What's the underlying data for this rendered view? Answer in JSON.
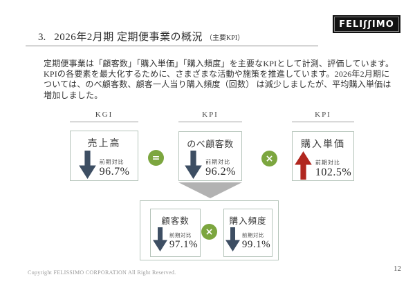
{
  "header": {
    "logo_text": "FELIʃʃIMO",
    "title_number": "3.",
    "title": "2026年2月期 定期便事業の概況",
    "title_suffix": "（主要KPI）"
  },
  "intro": {
    "lines": [
      "定期便事業は「顧客数」「購入単価」「購入頻度」を主要なKPIとして計測、評価しています。",
      "KPIの各要素を最大化するために、さまざまな活動や施策を推進しています。2026年2月期に",
      "ついては、のべ顧客数、顧客一人当り購入頻度（回数） は減少しましたが、平均購入単価は",
      "増加しました。"
    ]
  },
  "diagram": {
    "columns": [
      {
        "label": "KGI"
      },
      {
        "label": "KPI"
      },
      {
        "label": "KPI"
      }
    ],
    "boxes": [
      {
        "title": "売上高",
        "compare_label": "前期対比",
        "value": "96.7%",
        "direction": "down"
      },
      {
        "title": "のべ顧客数",
        "compare_label": "前期対比",
        "value": "96.2%",
        "direction": "down"
      },
      {
        "title": "購入単価",
        "compare_label": "前期対比",
        "value": "102.5%",
        "direction": "up"
      },
      {
        "title": "顧客数",
        "compare_label": "前期対比",
        "value": "97.1%",
        "direction": "down"
      },
      {
        "title": "購入頻度",
        "compare_label": "前期対比",
        "value": "99.1%",
        "direction": "down"
      }
    ],
    "operators": [
      {
        "symbol": "="
      },
      {
        "symbol": "×"
      },
      {
        "symbol": "×"
      }
    ]
  },
  "theme": {
    "green": "#7CA63F",
    "navy": "#3D4E63",
    "red": "#B1271F",
    "box_border": "#B5C4BA",
    "triangle_gray": "#B2B2B2"
  },
  "footer": {
    "copyright": "Copyright FELISSIMO CORPORATION All Right Reserved.",
    "page_number": "12"
  }
}
